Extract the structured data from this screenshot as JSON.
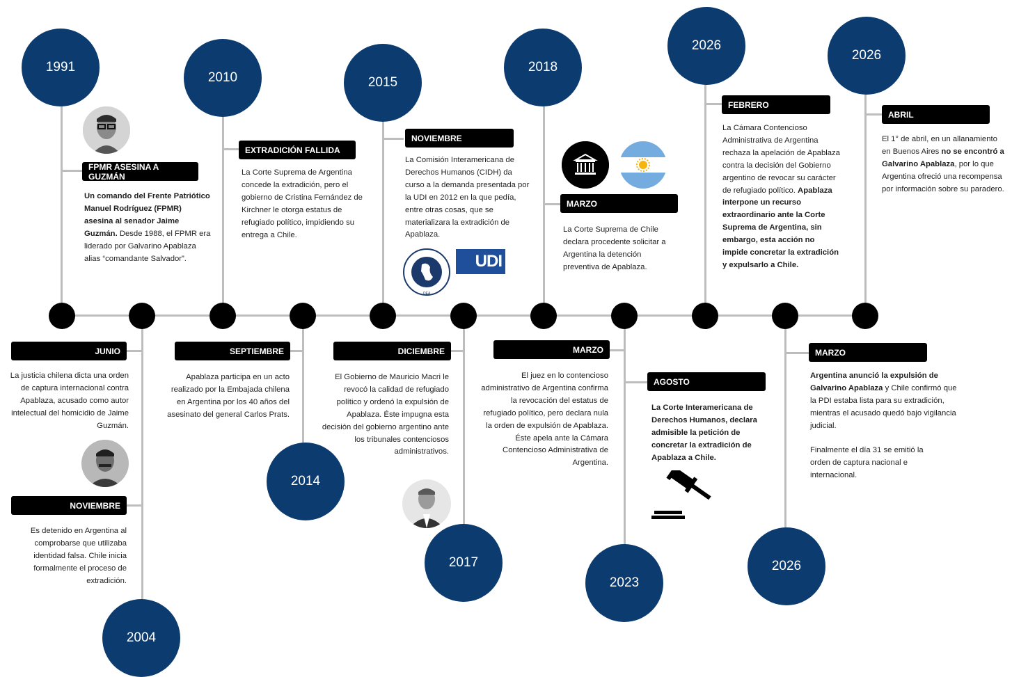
{
  "years": {
    "y1991": "1991",
    "y2004": "2004",
    "y2010": "2010",
    "y2014": "2014",
    "y2015": "2015",
    "y2017": "2017",
    "y2018": "2018",
    "y2023": "2023",
    "y2026a": "2026",
    "y2026b": "2026",
    "y2026c": "2026"
  },
  "events": {
    "e1991": {
      "label": "FPMR ASESINA A GUZMÁN",
      "bold": "Un comando del Frente Patriótico Manuel Rodríguez (FPMR) asesina al senador Jaime Guzmán.",
      "text": " Desde 1988, el FPMR era liderado por Galvarino Apablaza alias “comandante Salvador”."
    },
    "junio": {
      "label": "JUNIO",
      "text": "La justicia chilena dicta una orden de captura internacional contra Apablaza, acusado como autor intelectual del homicidio de Jaime Guzmán."
    },
    "noviembre2004": {
      "label": "NOVIEMBRE",
      "text": "Es detenido en Argentina al comprobarse que utilizaba identidad falsa. Chile inicia formalmente el proceso de extradición."
    },
    "e2010": {
      "label": "EXTRADICIÓN FALLIDA",
      "text": "La Corte Suprema de Argentina concede la extradición, pero el gobierno de Cristina Fernández de Kirchner le otorga estatus de refugiado político, impidiendo su entrega a Chile."
    },
    "septiembre": {
      "label": "SEPTIEMBRE",
      "text": "Apablaza participa en un acto realizado por la Embajada chilena en Argentina por los 40 años del asesinato del general Carlos Prats."
    },
    "noviembre2015": {
      "label": "NOVIEMBRE",
      "text": "La Comisión Interamericana de Derechos Humanos (CIDH) da curso a la demanda presentada por la UDI en 2012 en la que pedía, entre otras cosas, que se materializara la extradición de Apablaza.",
      "logo_udi": "UDI",
      "logo_oea": "OEA"
    },
    "diciembre": {
      "label": "DICIEMBRE",
      "text": "El Gobierno de Mauricio Macri le revocó la calidad de refugiado político y ordenó la expulsión de Apablaza. Éste impugna esta decisión del gobierno argentino ante los tribunales contenciosos administrativos."
    },
    "marzo2018": {
      "label": "MARZO",
      "text": "La Corte Suprema de Chile declara procedente solicitar a Argentina la detención preventiva de Apablaza."
    },
    "marzo2023": {
      "label": "MARZO",
      "text": "El juez en lo contencioso administrativo de Argentina confirma la revocación del estatus de refugiado político, pero declara nula la orden de expulsión de Apablaza. Éste apela ante la Cámara Contencioso Administrativa de Argentina."
    },
    "agosto": {
      "label": "AGOSTO",
      "bold": "La Corte Interamericana de Derechos Humanos, declara admisible la petición de concretar la extradición de Apablaza a Chile."
    },
    "febrero": {
      "label": "FEBRERO",
      "text": "La Cámara Contencioso Administrativa de Argentina rechaza la apelación de Apablaza contra la decisión del Gobierno argentino de revocar su carácter de refugiado político. ",
      "bold": "Apablaza interpone un recurso extraordinario ante la Corte Suprema de Argentina, sin embargo, esta acción no impide concretar la extradición y expulsarlo a Chile."
    },
    "marzo2026": {
      "label": "MARZO",
      "bold": "Argentina anunció la expulsión de Galvarino Apablaza",
      "text": " y Chile confirmó que la PDI estaba lista para su extradición, mientras el acusado quedó bajo vigilancia judicial.",
      "text2": "Finalmente el día 31 se emitió la orden de captura nacional e internacional."
    },
    "abril": {
      "label": "ABRIL",
      "text1": "El 1° de abril, en un allanamiento en Buenos Aires ",
      "bold": "no se encontró a Galvarino Apablaza",
      "text2": ", por lo que Argentina ofreció una recompensa por información sobre su paradero."
    }
  },
  "icons": [
    "portrait-icon",
    "courthouse-icon",
    "argentina-flag-icon",
    "gavel-icon",
    "oea-seal-icon",
    "udi-logo-icon"
  ],
  "colors": {
    "circle": "#0b3b6f",
    "label": "#000000",
    "line": "#bdbdbd",
    "flag_blue": "#74acdf",
    "sun": "#f6b40e"
  }
}
